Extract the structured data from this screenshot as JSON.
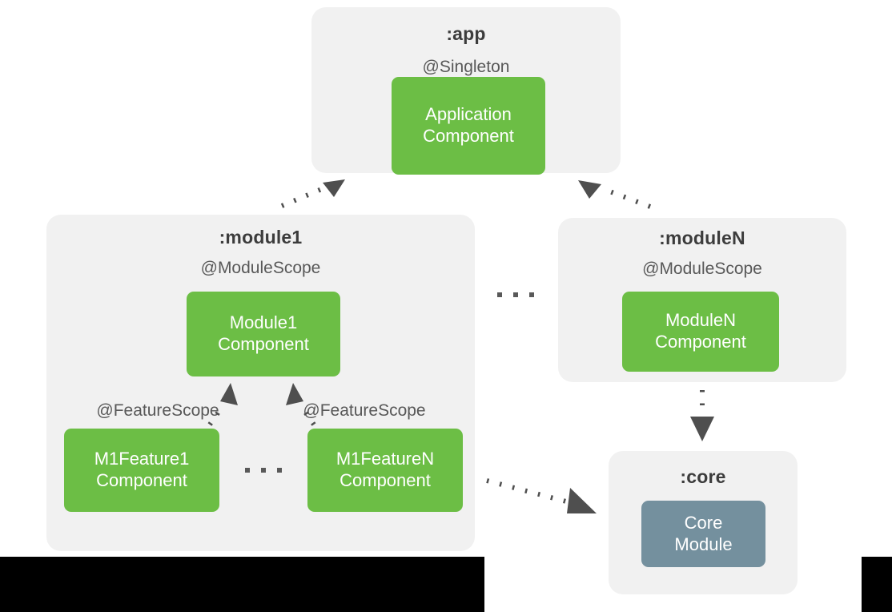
{
  "diagram": {
    "title": "Dagger multi-module component dependency graph",
    "colors": {
      "component_green": "#6CBE45",
      "core_slate": "#74909E",
      "container_grey": "#F1F1F1",
      "title_text": "#3C3C3C",
      "scope_text": "#585858",
      "arrow": "#4F4F4F",
      "bar_black": "#000000",
      "page_background": "#FFFFFF"
    },
    "modules": [
      {
        "id": "app",
        "name": ":app",
        "scope": "@Singleton",
        "components": [
          {
            "id": "application-component",
            "line1": "Application",
            "line2": "Component",
            "style": "green"
          }
        ]
      },
      {
        "id": "module1",
        "name": ":module1",
        "scope": "@ModuleScope",
        "components": [
          {
            "id": "module1-component",
            "line1": "Module1",
            "line2": "Component",
            "style": "green"
          }
        ],
        "feature_scope_left": "@FeatureScope",
        "feature_scope_right": "@FeatureScope",
        "features": [
          {
            "id": "m1feature1-component",
            "line1": "M1Feature1",
            "line2": "Component",
            "style": "green"
          },
          {
            "id": "m1featureN-component",
            "line1": "M1FeatureN",
            "line2": "Component",
            "style": "green"
          }
        ],
        "features_ellipsis": "..."
      },
      {
        "id": "moduleN",
        "name": ":moduleN",
        "scope": "@ModuleScope",
        "components": [
          {
            "id": "moduleN-component",
            "line1": "ModuleN",
            "line2": "Component",
            "style": "green"
          }
        ]
      },
      {
        "id": "core",
        "name": ":core",
        "scope": "",
        "components": [
          {
            "id": "core-module",
            "line1": "Core",
            "line2": "Module",
            "style": "slate"
          }
        ]
      }
    ],
    "modules_ellipsis": "...",
    "edges": [
      {
        "id": "module1-to-app",
        "from": "module1",
        "to": "app",
        "style": "dotted",
        "arrow": "open-filled"
      },
      {
        "id": "moduleN-to-app",
        "from": "moduleN",
        "to": "app",
        "style": "dotted",
        "arrow": "open-filled"
      },
      {
        "id": "m1feature1-to-module1",
        "from": "m1feature1-component",
        "to": "module1-component",
        "style": "dotted",
        "arrow": "open-filled"
      },
      {
        "id": "m1featureN-to-module1",
        "from": "m1featureN-component",
        "to": "module1-component",
        "style": "dotted",
        "arrow": "open-filled"
      },
      {
        "id": "moduleN-to-core",
        "from": "moduleN",
        "to": "core",
        "style": "dotted",
        "arrow": "open-filled"
      },
      {
        "id": "module1-to-core",
        "from": "module1",
        "to": "core",
        "style": "dotted",
        "arrow": "open-filled"
      }
    ]
  }
}
